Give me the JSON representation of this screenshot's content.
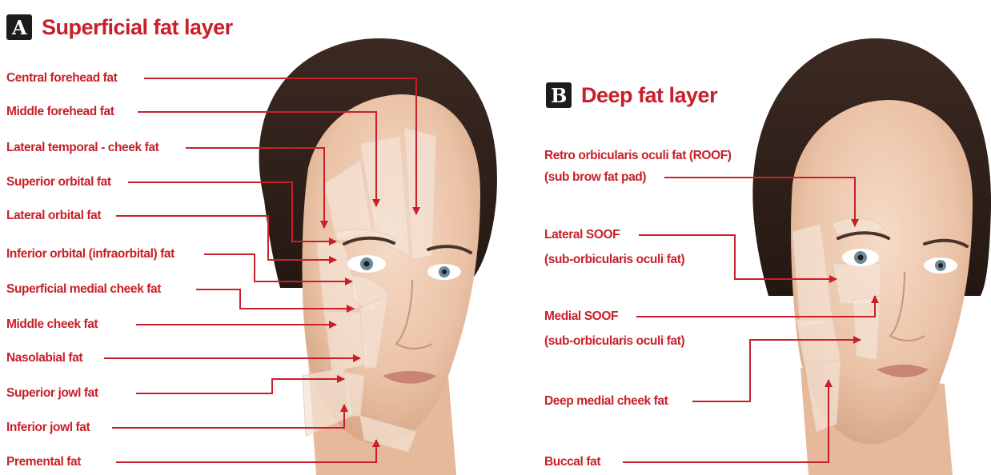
{
  "colors": {
    "accent": "#c8202a",
    "badge": "#1c1c1c",
    "fat_overlay": "#f4e3d6"
  },
  "panel_a": {
    "letter": "A",
    "title": "Superficial fat layer",
    "labels": [
      "Central forehead fat",
      "Middle forehead fat",
      "Lateral temporal - cheek fat",
      "Superior orbital fat",
      "Lateral orbital fat",
      "Inferior orbital (infraorbital) fat",
      "Superficial medial cheek fat",
      "Middle cheek fat",
      "Nasolabial fat",
      "Superior jowl fat",
      "Inferior jowl fat",
      "Premental fat"
    ]
  },
  "panel_b": {
    "letter": "B",
    "title": "Deep fat layer",
    "labels": [
      "Retro orbicularis oculi fat (ROOF)",
      "(sub brow fat pad)",
      "Lateral SOOF",
      "(sub-orbicularis oculi fat)",
      "Medial SOOF",
      "(sub-orbicularis oculi fat)",
      "Deep medial cheek fat",
      "Buccal fat"
    ]
  }
}
